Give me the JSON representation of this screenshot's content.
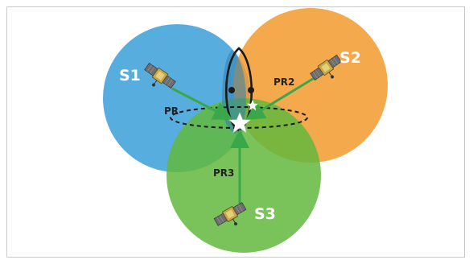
{
  "satellites": {
    "s1": {
      "label": "S1",
      "pr_label": "PR",
      "icon": "satellite-icon"
    },
    "s2": {
      "label": "S2",
      "pr_label": "PR2",
      "icon": "satellite-icon"
    },
    "s3": {
      "label": "S3",
      "pr_label": "PR3",
      "icon": "satellite-icon"
    }
  },
  "colors": {
    "s1_circle": "#3a9fd8",
    "s2_circle": "#f29a2e",
    "s3_circle": "#62b83d",
    "arrow": "#3aa84a",
    "ellipse": "#1a1a1a",
    "position_star": "#ffffff"
  },
  "markers": {
    "position_icon": "star-icon",
    "solution_icon": "dot-icon"
  }
}
